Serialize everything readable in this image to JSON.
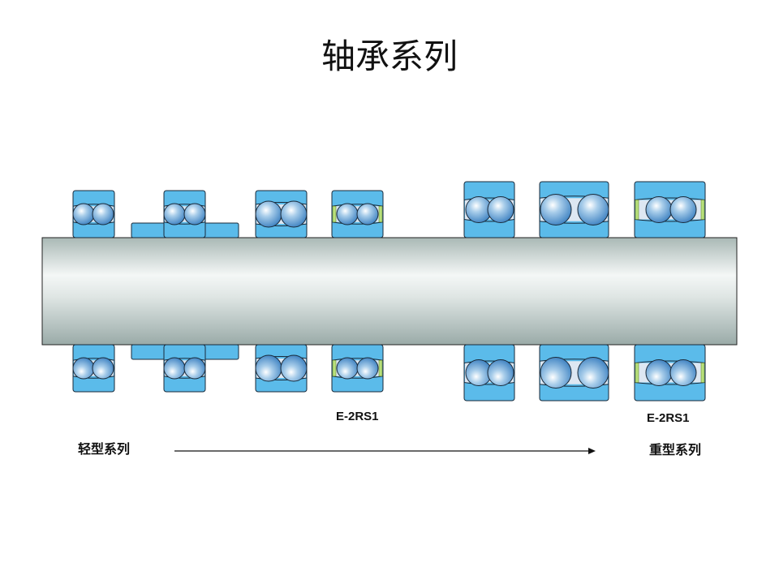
{
  "title": "轴承系列",
  "labels": {
    "seal_label_light": "E-2RS1",
    "seal_label_heavy": "E-2RS1",
    "light_series": "轻型系列",
    "heavy_series": "重型系列"
  },
  "colors": {
    "ring": "#5bbbea",
    "outline": "#1a2a3a",
    "seal": "#b8e07a",
    "cage_gap": "#dde7f2",
    "shaft_dark": "#9fb0ad",
    "shaft_light": "#f4f7f6"
  },
  "bearings": [
    {
      "name": "bearing-1",
      "type": "light",
      "seal": false,
      "sleeve": false
    },
    {
      "name": "bearing-2-with-sleeve",
      "type": "light",
      "seal": false,
      "sleeve": true
    },
    {
      "name": "bearing-3",
      "type": "light",
      "seal": false,
      "sleeve": false
    },
    {
      "name": "bearing-4-sealed",
      "type": "light",
      "seal": true,
      "sleeve": false
    },
    {
      "name": "bearing-5",
      "type": "heavy",
      "seal": false,
      "sleeve": false
    },
    {
      "name": "bearing-6",
      "type": "heavy",
      "seal": false,
      "sleeve": false
    },
    {
      "name": "bearing-7-sealed",
      "type": "heavy",
      "seal": true,
      "sleeve": false
    }
  ]
}
